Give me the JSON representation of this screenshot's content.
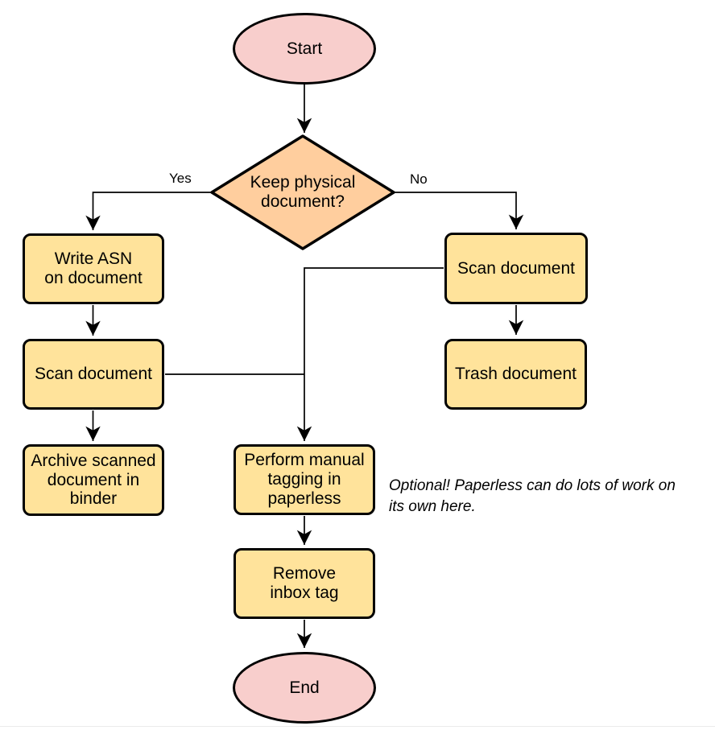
{
  "colors": {
    "terminal_fill": "#F8CECC",
    "decision_fill": "#FFCE9E",
    "process_fill": "#FFE39B",
    "stroke": "#000000",
    "background": "#FFFFFF"
  },
  "nodes": {
    "start": {
      "label": "Start",
      "type": "terminal"
    },
    "decision": {
      "label": "Keep physical\ndocument?",
      "type": "decision"
    },
    "write_asn": {
      "label": "Write ASN\non document",
      "type": "process"
    },
    "scan_left": {
      "label": "Scan document",
      "type": "process"
    },
    "archive": {
      "label": "Archive scanned\ndocument in\nbinder",
      "type": "process"
    },
    "scan_right": {
      "label": "Scan document",
      "type": "process"
    },
    "trash": {
      "label": "Trash document",
      "type": "process"
    },
    "tagging": {
      "label": "Perform manual\ntagging in\npaperless",
      "type": "process"
    },
    "remove_inbox": {
      "label": "Remove\ninbox tag",
      "type": "process"
    },
    "end": {
      "label": "End",
      "type": "terminal"
    }
  },
  "edge_labels": {
    "yes": "Yes",
    "no": "No"
  },
  "annotation": {
    "text": "Optional! Paperless can do lots of work on\nits own here."
  }
}
